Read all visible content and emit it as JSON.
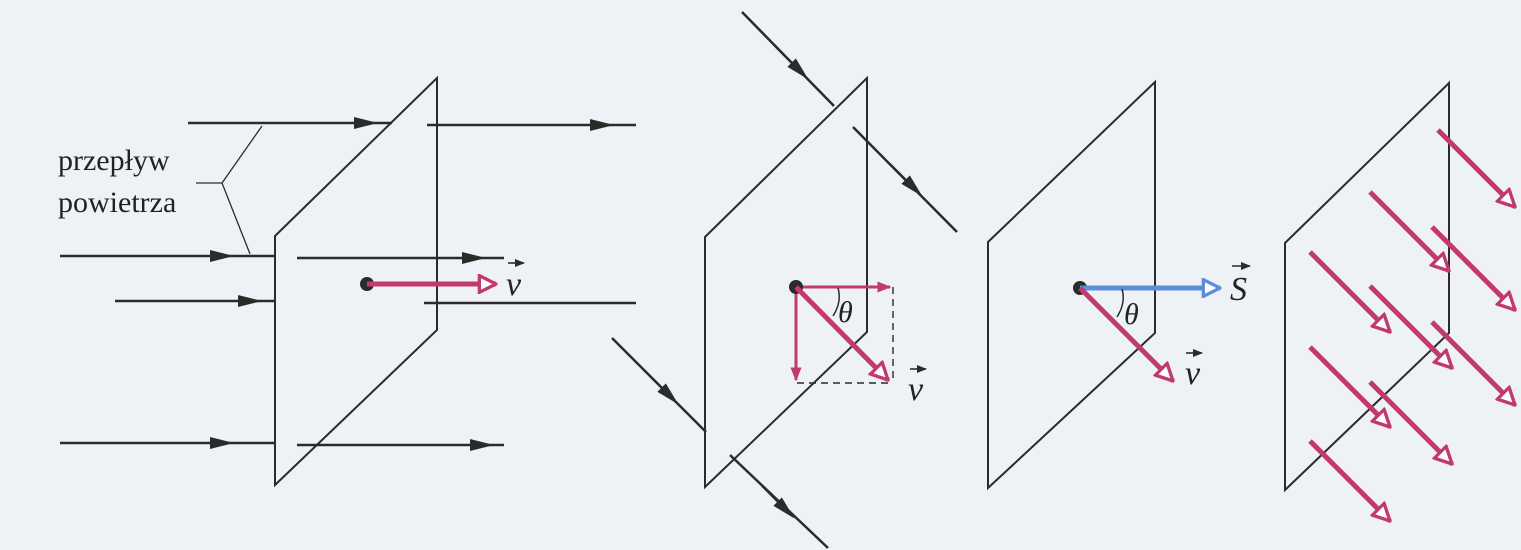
{
  "labels": {
    "air_flow_line1": "przepływ",
    "air_flow_line2": "powietrza",
    "v1": "v",
    "theta1": "θ",
    "v2": "v",
    "S": "S",
    "theta2": "θ",
    "v3": "v"
  },
  "colors": {
    "background": "#eef2f6",
    "line": "#2b2b2b",
    "velocity_arrow": "#c23a6a",
    "area_vector": "#5b8fd8"
  }
}
